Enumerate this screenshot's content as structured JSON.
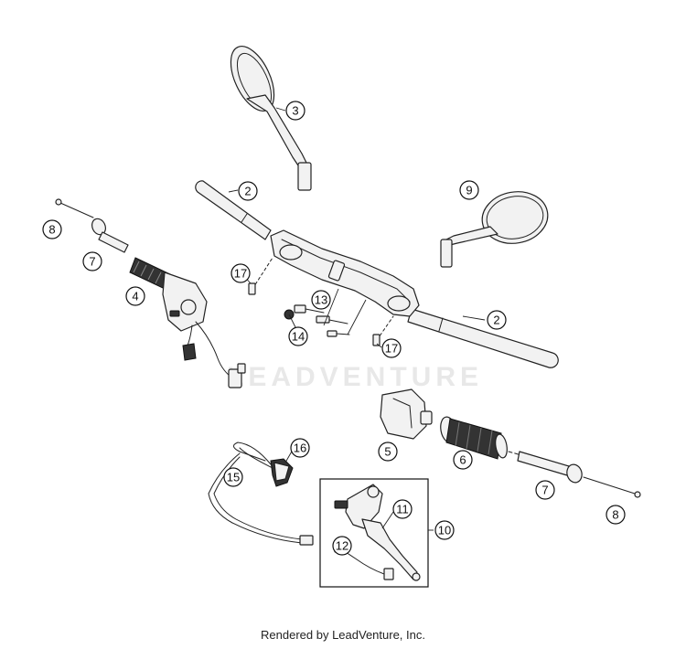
{
  "diagram": {
    "callouts": [
      "2",
      "2",
      "3",
      "4",
      "5",
      "6",
      "7",
      "7",
      "8",
      "8",
      "9",
      "10",
      "11",
      "12",
      "13",
      "14",
      "15",
      "16",
      "17",
      "17"
    ],
    "watermark": "LEADVENTURE"
  },
  "footer": {
    "text": "Rendered by LeadVenture, Inc."
  }
}
